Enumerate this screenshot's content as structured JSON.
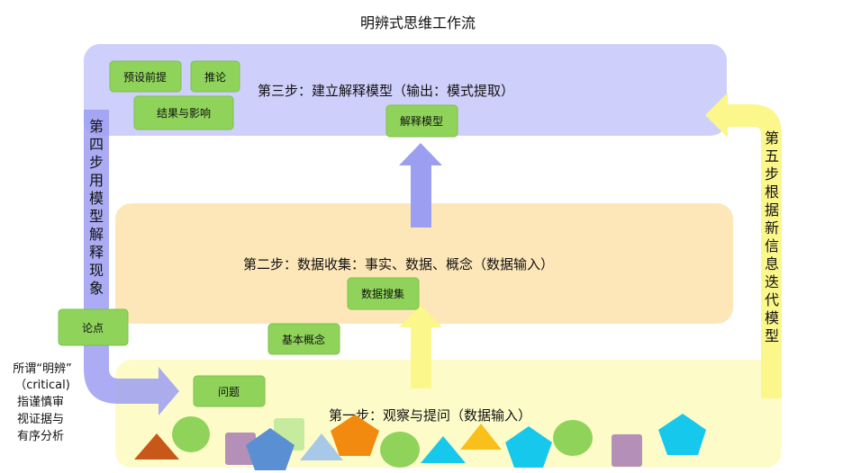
{
  "title": "明辨式思维工作流",
  "steps": {
    "step1": "第一步：观察与提问（数据输入）",
    "step2": "第二步：数据收集：事实、数据、概念（数据输入）",
    "step3": "第三步：建立解释模型（输出：模式提取）",
    "step4": [
      "第",
      "四",
      "步",
      "用",
      "模",
      "型",
      "解",
      "释",
      "现",
      "象"
    ],
    "step5": [
      "第",
      "五",
      "步",
      "根",
      "据",
      "新",
      "信",
      "息",
      "迭",
      "代",
      "模",
      "型"
    ]
  },
  "boxes": {
    "presupposition": "预设前提",
    "inference": "推论",
    "consequences": "结果与影响",
    "model": "解释模型",
    "data_collection": "数据搜集",
    "basic_concepts": "基本概念",
    "argument": "论点",
    "question": "问题"
  },
  "note": [
    "所谓“明辨”",
    "（critical)",
    "指谨慎审",
    "视证据与",
    "有序分析"
  ],
  "colors": {
    "layer3": "#cfcffb",
    "layer2": "#fde6b8",
    "layer1": "#fdfcc9",
    "green_box": "#8fd35a",
    "arrow_purple": "#9c9ef2",
    "arrow_yellow": "#fbf78a"
  }
}
